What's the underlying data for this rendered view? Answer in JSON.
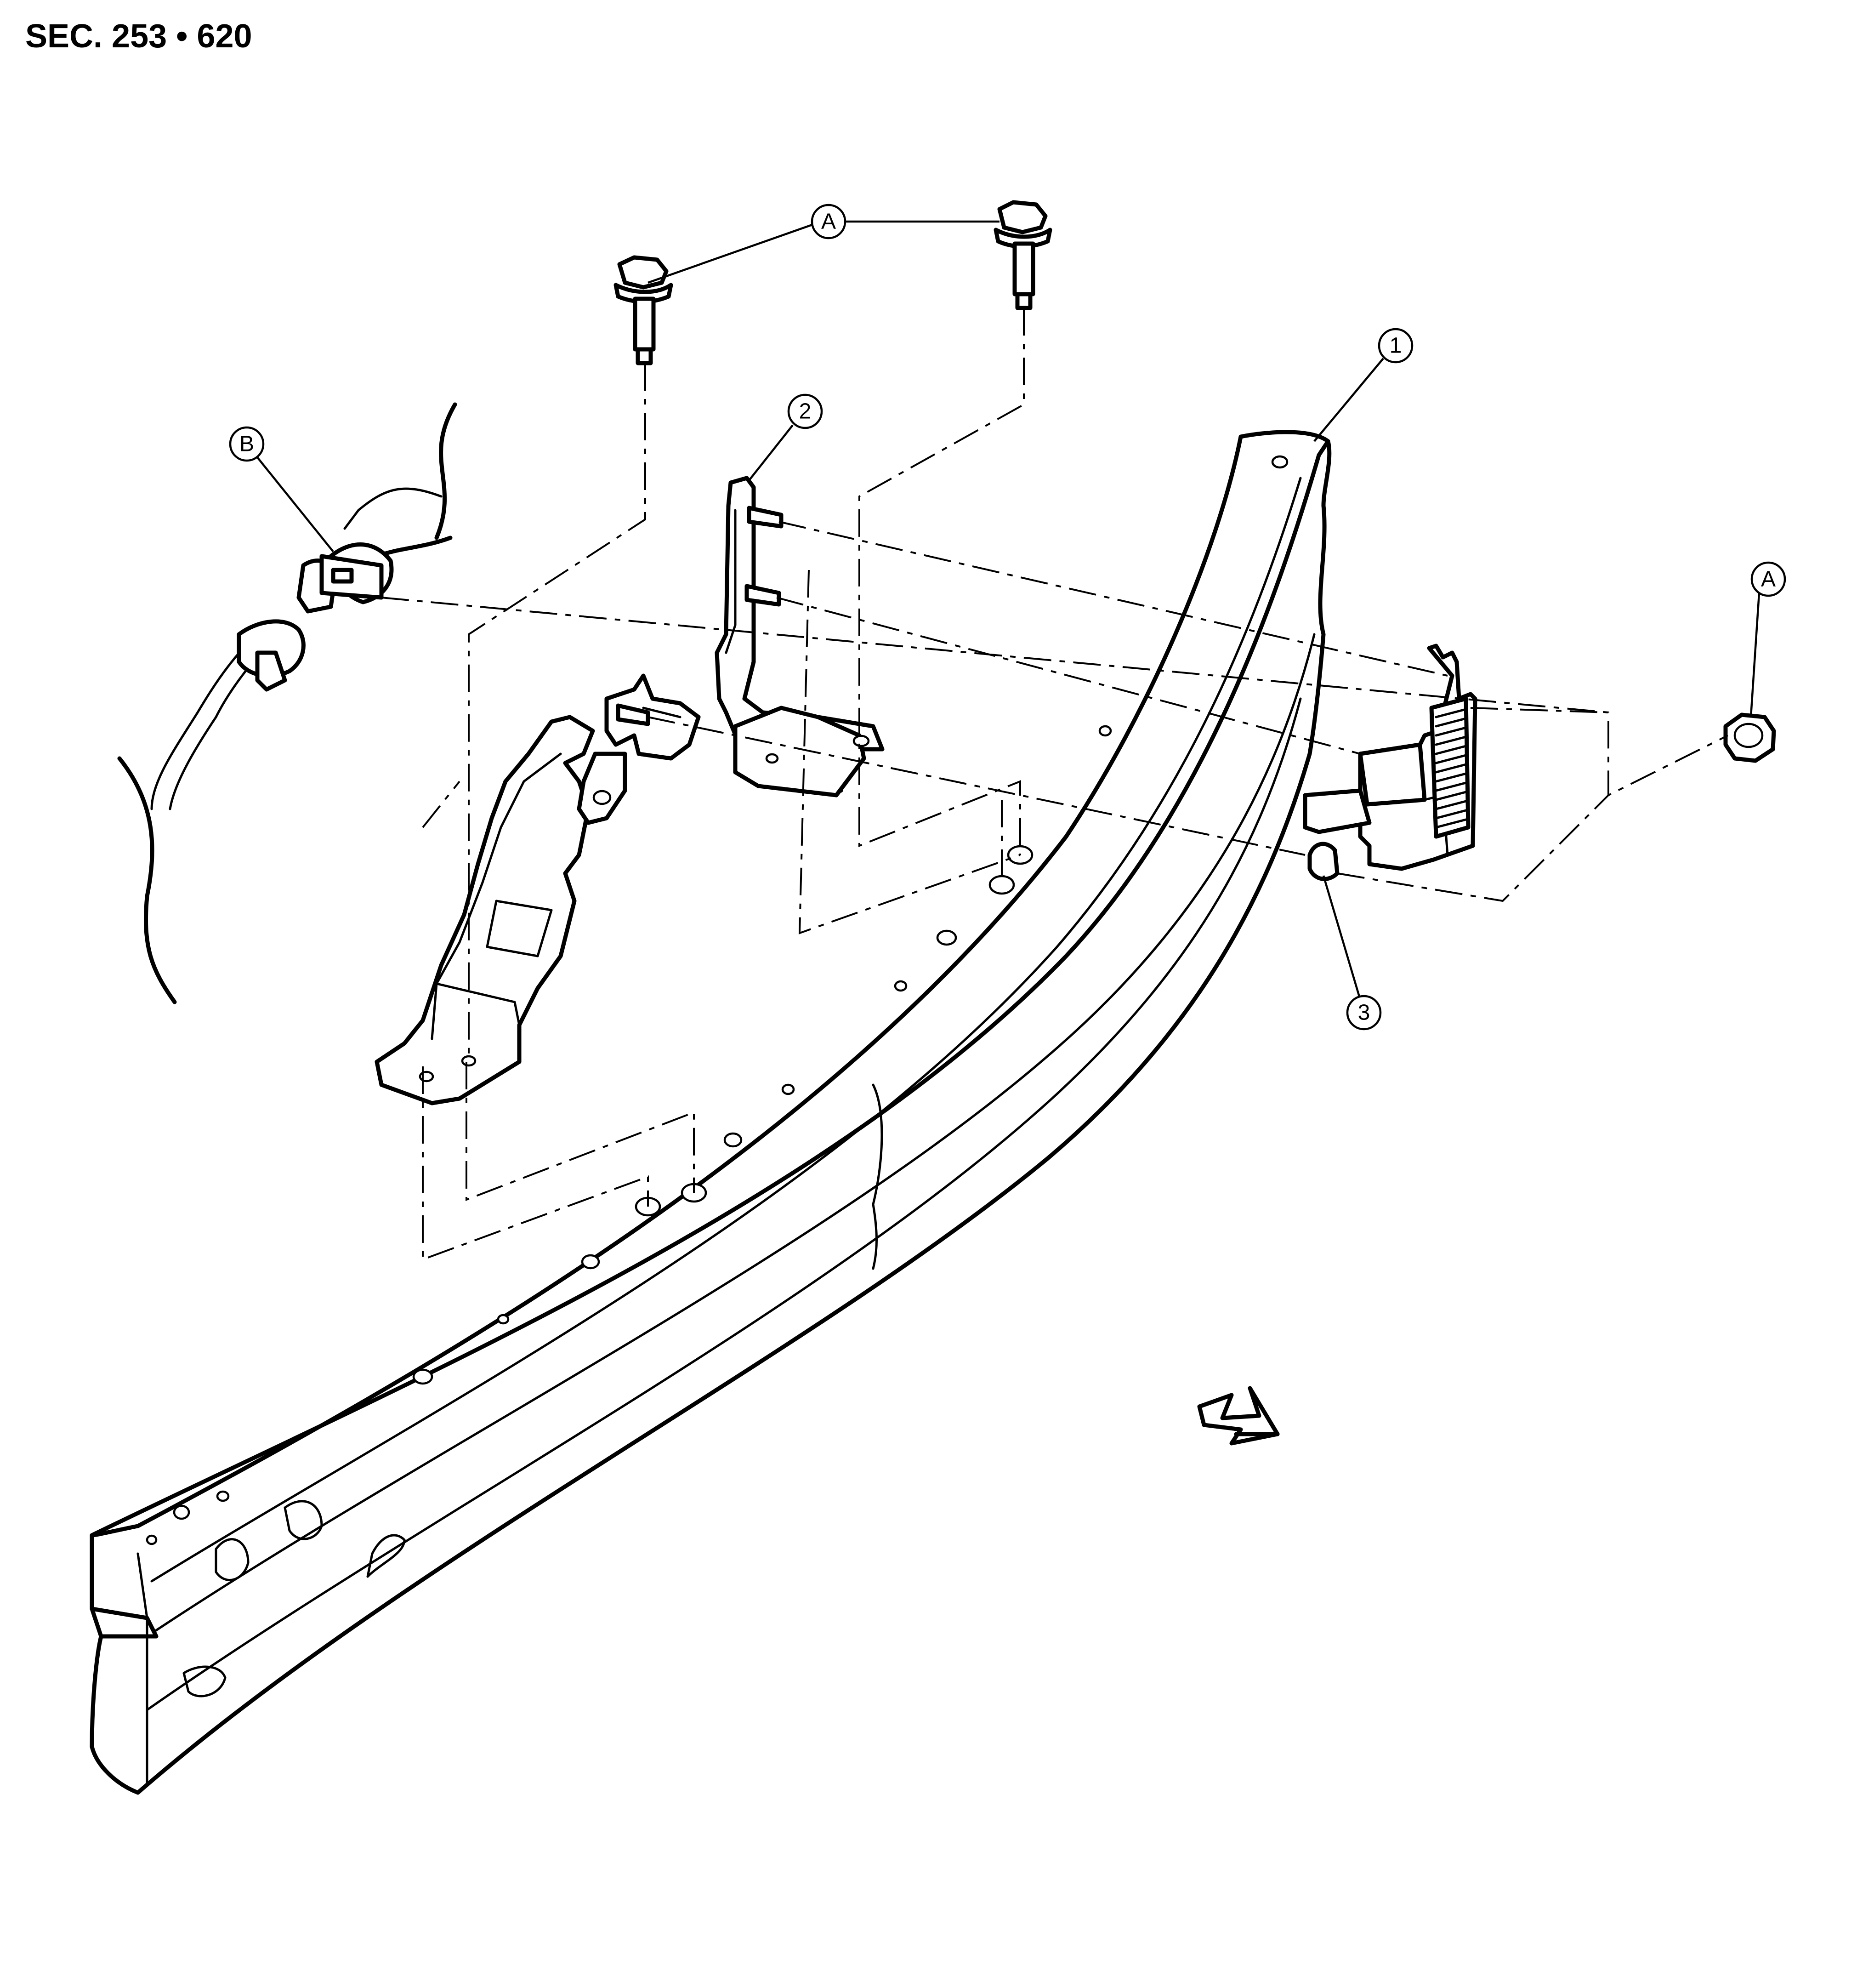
{
  "header": {
    "section": "SEC. 253 • 620"
  },
  "callouts": {
    "a_top": "A",
    "b_left": "B",
    "one": "1",
    "two": "2",
    "a_right": "A",
    "three": "3"
  },
  "colors": {
    "line": "#000000",
    "background": "#ffffff"
  }
}
